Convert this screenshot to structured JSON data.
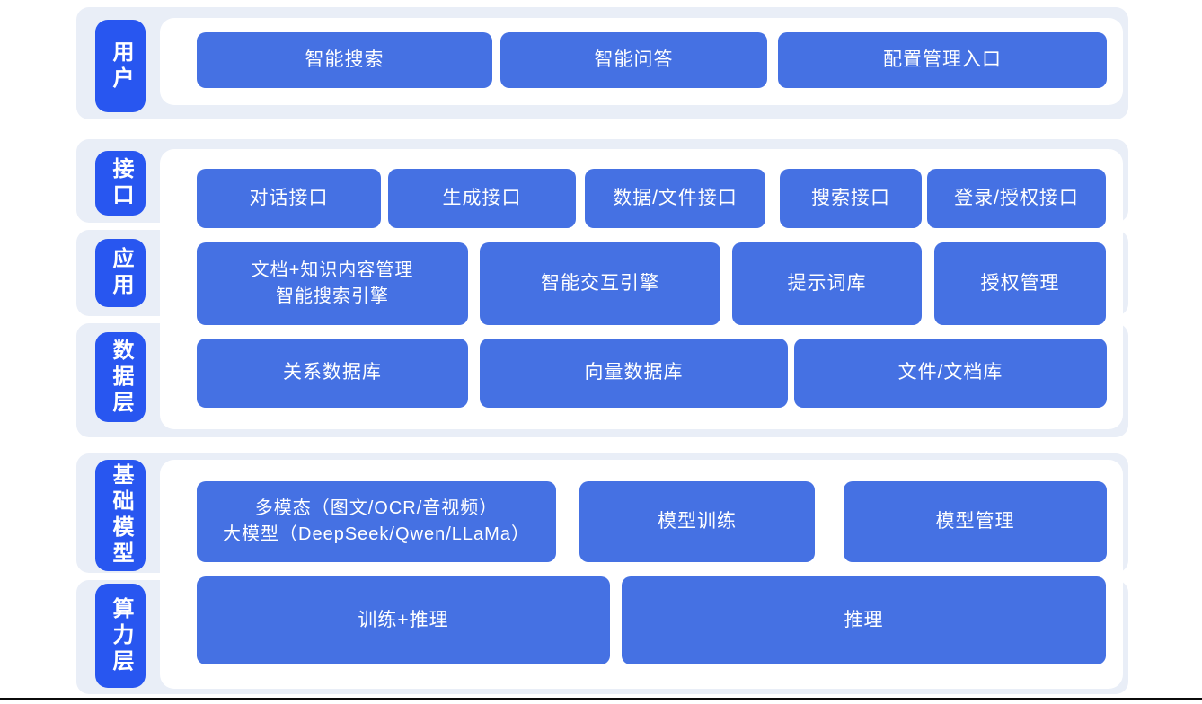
{
  "layers": {
    "user": {
      "label": "用户"
    },
    "interface": {
      "label": "接口"
    },
    "application": {
      "label": "应用"
    },
    "data": {
      "label": "数据层"
    },
    "foundation": {
      "label": "基础模型"
    },
    "compute": {
      "label": "算力层"
    }
  },
  "boxes": {
    "smart_search": "智能搜索",
    "smart_qa": "智能问答",
    "config_entry": "配置管理入口",
    "dialog_api": "对话接口",
    "generate_api": "生成接口",
    "data_file_api": "数据/文件接口",
    "search_api": "搜索接口",
    "login_auth_api": "登录/授权接口",
    "doc_knowledge": "文档+知识内容管理\n智能搜索引擎",
    "interactive_engine": "智能交互引擎",
    "prompt_library": "提示词库",
    "auth_mgmt": "授权管理",
    "relational_db": "关系数据库",
    "vector_db": "向量数据库",
    "file_doc_db": "文件/文档库",
    "multimodal_llm": "多模态（图文/OCR/音视频）\n大模型（DeepSeek/Qwen/LLaMa）",
    "model_training": "模型训练",
    "model_mgmt": "模型管理",
    "train_inference": "训练+推理",
    "inference": "推理"
  },
  "colors": {
    "band_bg": "#e9eef7",
    "pill_blue": "#2856f0",
    "box_blue": "#4571e3",
    "panel_white": "#ffffff",
    "text_white": "#ffffff",
    "bottom_line": "#0b0b0b"
  }
}
